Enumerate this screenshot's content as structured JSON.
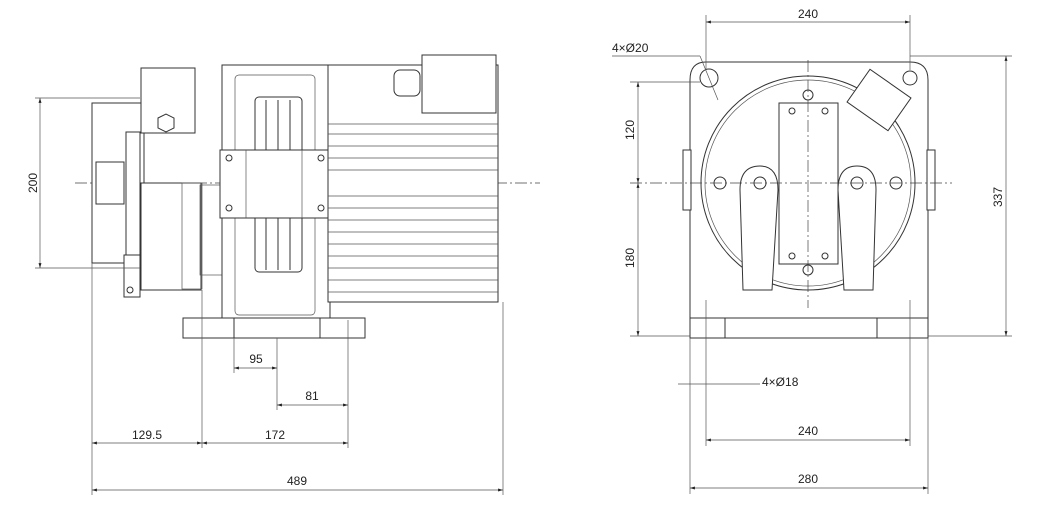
{
  "side_view": {
    "dims": {
      "height_200": "200",
      "d95": "95",
      "d81": "81",
      "d129_5": "129.5",
      "d172": "172",
      "d489": "489"
    }
  },
  "front_view": {
    "dims": {
      "top_240": "240",
      "holes_top": "4×Ø20",
      "d120": "120",
      "d180": "180",
      "d337": "337",
      "holes_base": "4×Ø18",
      "bottom_240": "240",
      "d280": "280"
    }
  }
}
